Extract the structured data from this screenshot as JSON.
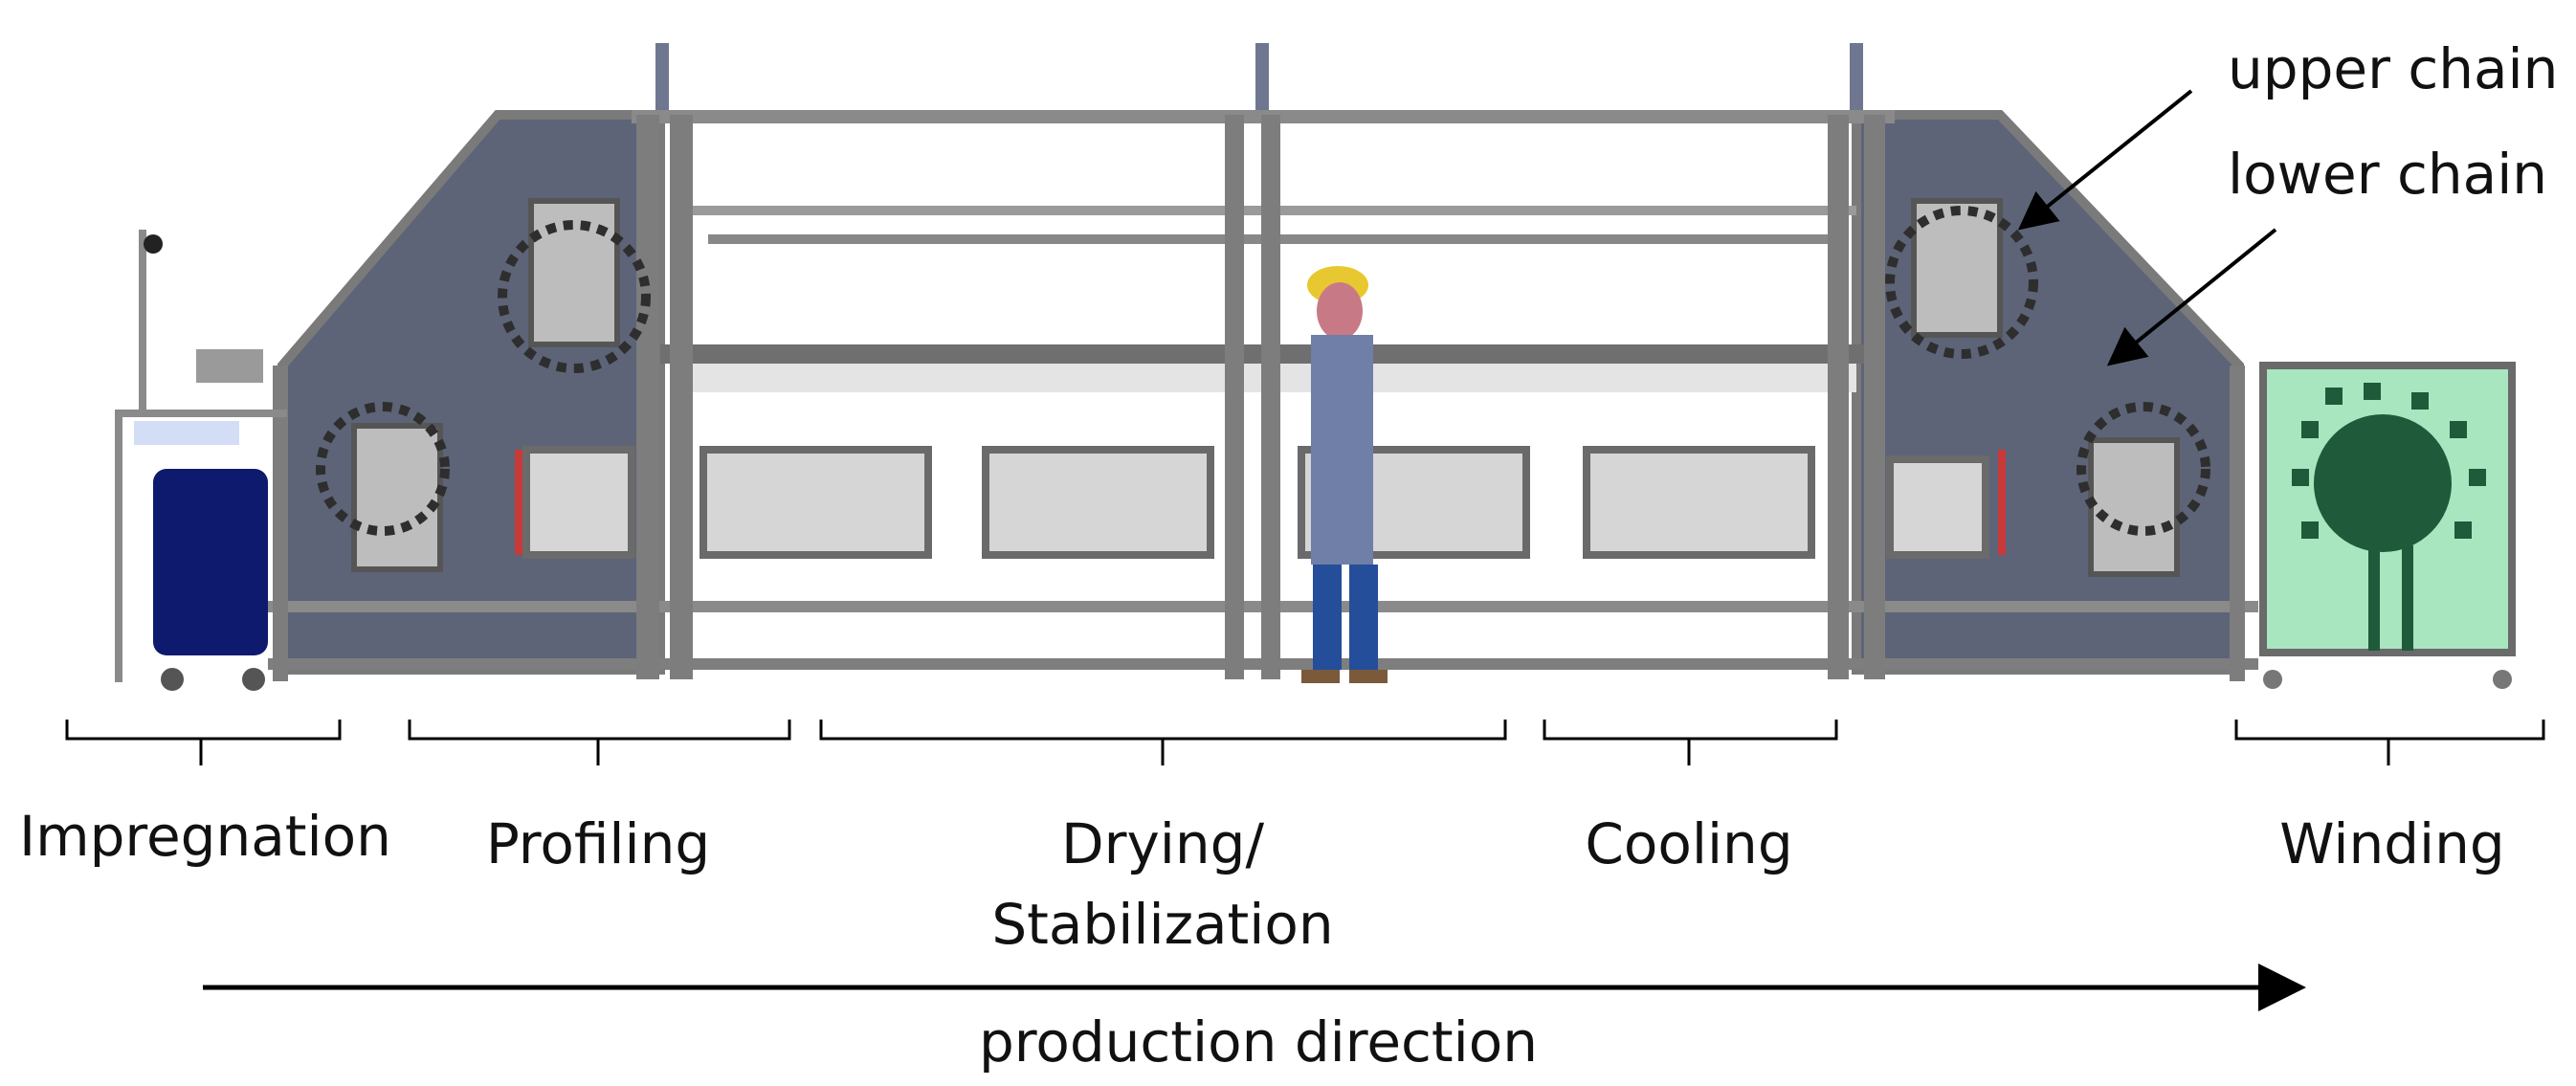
{
  "stage_labels": {
    "impregnation": "Impregnation",
    "profiling": "Profiling",
    "drying_line1": "Drying/",
    "drying_line2": "Stabilization",
    "cooling": "Cooling",
    "winding": "Winding"
  },
  "callouts": {
    "upper_chain": "upper chain",
    "lower_chain": "lower chain"
  },
  "direction_label": "production direction",
  "colors": {
    "frame": "#8a8a8a",
    "frame_dark": "#5e5e5e",
    "side_panel": "#5d6478",
    "drum": "#0e1a6e",
    "oven_panel": "#d6d6d6",
    "winding_screen": "#a8e6bf",
    "winding_drum": "#1f5a3a",
    "worker_helmet": "#e8c830",
    "worker_shirt": "#6f7fa8",
    "worker_pants": "#244e9a",
    "accent_red": "#c83a3a",
    "accent_teal": "#3aa68a"
  }
}
